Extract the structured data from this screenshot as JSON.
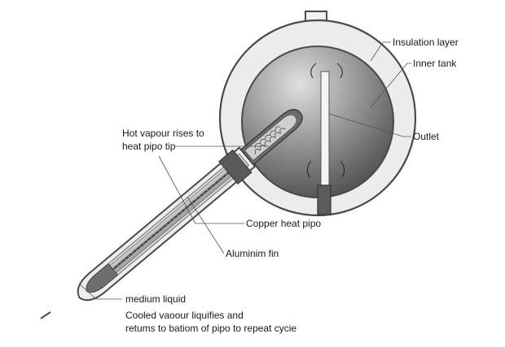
{
  "labels": {
    "insulation_layer": "Insulation layer",
    "inner_tank": "Inner tank",
    "outlet": "Outlet",
    "hot_vapour_line1": "Hot vapour rises to",
    "hot_vapour_line2": "heat pipo tip",
    "copper_heat_pipe": "Copper heat pipo",
    "aluminium_fin": "Aluminim fin",
    "medium_liquid": "medium liquid",
    "cooled_line1": "Cooled vaoour liquifies and",
    "cooled_line2": "retums to batiom of pipo to repeat cycie"
  },
  "colors": {
    "insulation": "#ececec",
    "outline": "#4a4a4a",
    "tank_light": "#d6d6d6",
    "tank_dark": "#5a5a5a",
    "tube_glass": "#ededed",
    "fin": "#b5b5b5",
    "pipe": "#444444",
    "liquid": "#6e6e6e"
  }
}
